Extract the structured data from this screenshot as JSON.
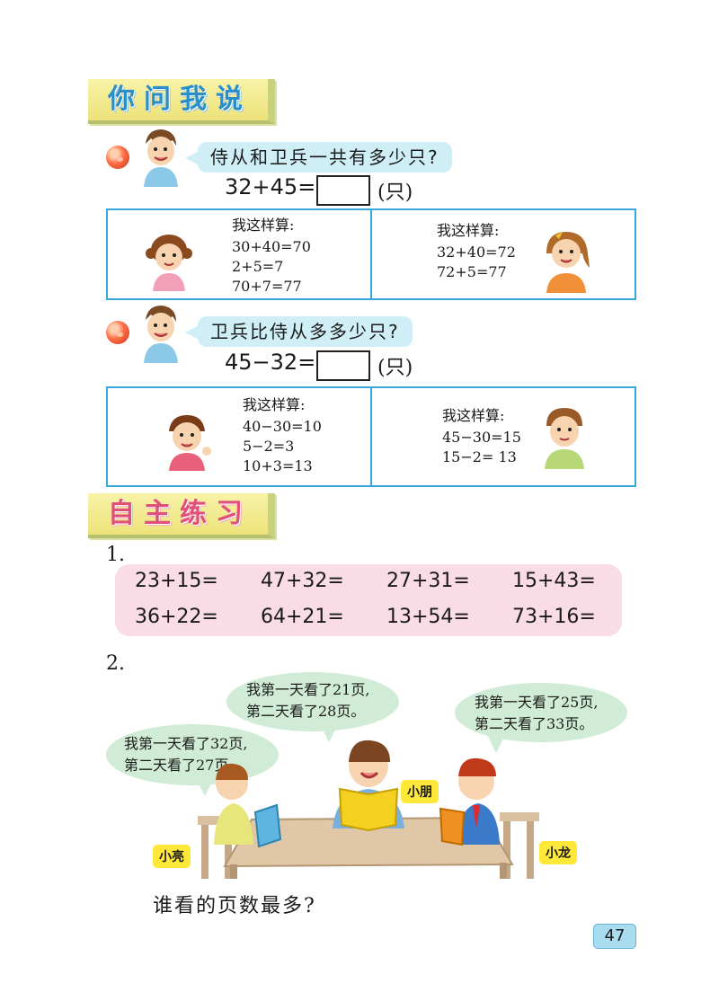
{
  "section_ask": "你问我说",
  "section_practice": "自主练习",
  "q1": {
    "bubble": "侍从和卫兵一共有多少只?",
    "equation": "32+45=",
    "unit": "(只)",
    "method_left": {
      "title": "我这样算:",
      "lines": [
        "30+40=70",
        "2+5=7",
        "70+7=77"
      ]
    },
    "method_right": {
      "title": "我这样算:",
      "lines": [
        "32+40=72",
        "72+5=77"
      ]
    }
  },
  "q2": {
    "bubble": "卫兵比侍从多多少只?",
    "equation": "45−32=",
    "unit": "(只)",
    "method_left": {
      "title": "我这样算:",
      "lines": [
        "40−30=10",
        "5−2=3",
        "10+3=13"
      ]
    },
    "method_right": {
      "title": "我这样算:",
      "lines": [
        "45−30=15",
        "15−2= 13"
      ]
    }
  },
  "ex1": {
    "number": "1.",
    "rows": [
      [
        "23+15=",
        "47+32=",
        "27+31=",
        "15+43="
      ],
      [
        "36+22=",
        "64+21=",
        "13+54=",
        "73+16="
      ]
    ]
  },
  "ex2": {
    "number": "2.",
    "clouds": {
      "liang": [
        "我第一天看了32页,",
        "第二天看了27页。"
      ],
      "peng": [
        "我第一天看了21页,",
        "第二天看了28页。"
      ],
      "long": [
        "我第一天看了25页,",
        "第二天看了33页。"
      ]
    },
    "names": {
      "liang": "小亮",
      "peng": "小朋",
      "long": "小龙"
    },
    "question": "谁看的页数最多?"
  },
  "page_number": "47",
  "colors": {
    "banner_bg": "#ede27a",
    "blue_text": "#2a8fc8",
    "pink_text": "#e0507a",
    "table_border": "#38a8df",
    "exercise_bg": "#f9dce5",
    "cloud_bg": "#d1ecd6",
    "tag_bg": "#ffe83a"
  }
}
